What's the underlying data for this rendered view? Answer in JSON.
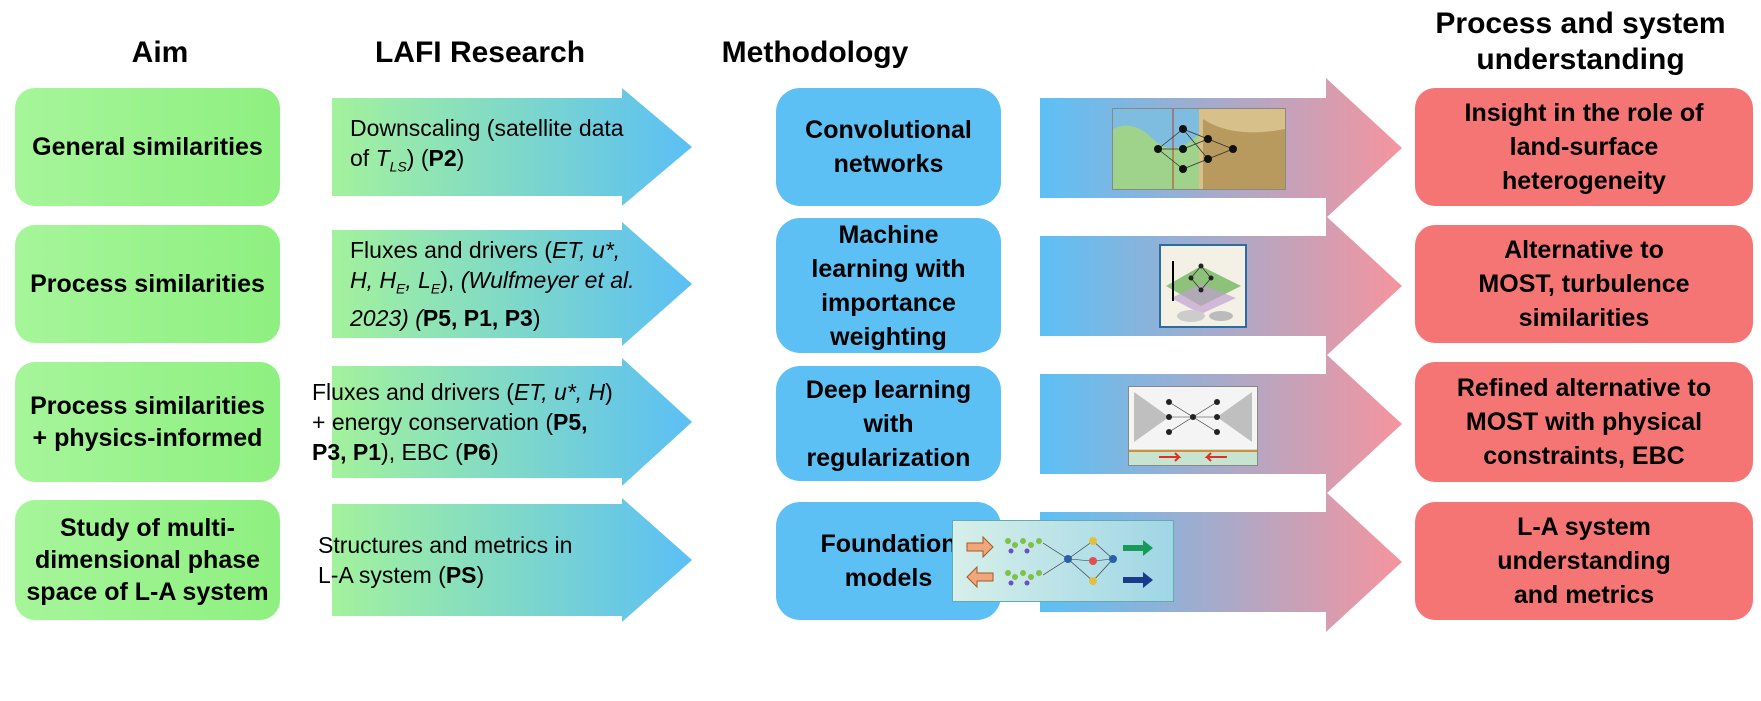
{
  "headers": {
    "aim": "Aim",
    "research": "LAFI Research",
    "methodology": "Methodology",
    "understanding_line1": "Process and system",
    "understanding_line2": "understanding"
  },
  "rows": [
    {
      "aim_line1": "General similarities",
      "aim_line2": "",
      "aim_line3": "",
      "research": {
        "line1": "Downscaling (satellite data",
        "line2_pre": "of ",
        "line2_sym": "T",
        "line2_sub": "LS",
        "line2_post": ") (",
        "line2_bold": "P2",
        "line2_end": ")"
      },
      "method": [
        "Convolutional",
        "networks"
      ],
      "outcome": [
        "Insight in the role of",
        "land-surface",
        "heterogeneity"
      ]
    },
    {
      "aim_line1": "Process similarities",
      "aim_line2": "",
      "aim_line3": "",
      "research": {
        "line1_pre": "Fluxes and drivers (",
        "line1_it": "ET, u*,",
        "line2_a": "H, H",
        "line2_a_sub": "E",
        "line2_b": ", L",
        "line2_b_sub": "E",
        "line2_c": "), ",
        "line2_d": "(Wulfmeyer et al.",
        "line3_it": "2023) (",
        "line3_bold": "P5, P1, P3",
        "line3_end": ")"
      },
      "method": [
        "Machine",
        "learning with",
        "importance",
        "weighting"
      ],
      "outcome": [
        "Alternative to",
        "MOST, turbulence",
        "similarities"
      ]
    },
    {
      "aim_line1": "Process similarities",
      "aim_line2": "+ physics-informed",
      "aim_line3": "",
      "research": {
        "line1_pre": "Fluxes and drivers (",
        "line1_it": "ET, u*, H",
        "line1_end": ")",
        "line2_pre": "+ energy conservation (",
        "line2_bold": "P5,",
        "line3_bold": "P3, P1",
        "line3_mid": "), EBC (",
        "line3_bold2": "P6",
        "line3_end": ")"
      },
      "method": [
        "Deep learning",
        "with",
        "regularization"
      ],
      "outcome": [
        "Refined alternative to",
        "MOST with physical",
        "constraints, EBC"
      ]
    },
    {
      "aim_line1": "Study of multi-",
      "aim_line2": "dimensional phase",
      "aim_line3": "space of L-A system",
      "research": {
        "line1": "Structures and metrics in",
        "line2_pre": "L-A system (",
        "line2_bold": "PS",
        "line2_end": ")"
      },
      "method": [
        "Foundation",
        "models"
      ],
      "outcome": [
        "L-A system",
        "understanding",
        "and metrics"
      ]
    }
  ],
  "icons": [
    "neural-network-map-thumbnail",
    "ml-importance-thumbnail",
    "deep-learning-thumbnail",
    "foundation-model-thumbnail"
  ],
  "colors": {
    "aim_box": "#8ef080",
    "research_arrow_start": "#9ff29a",
    "research_arrow_end": "#5cc0f5",
    "method_box": "#5cc0f5",
    "middle_arrow_start": "#5cc0f5",
    "middle_arrow_end": "#f58f9a",
    "outcome_box": "#f57575"
  }
}
